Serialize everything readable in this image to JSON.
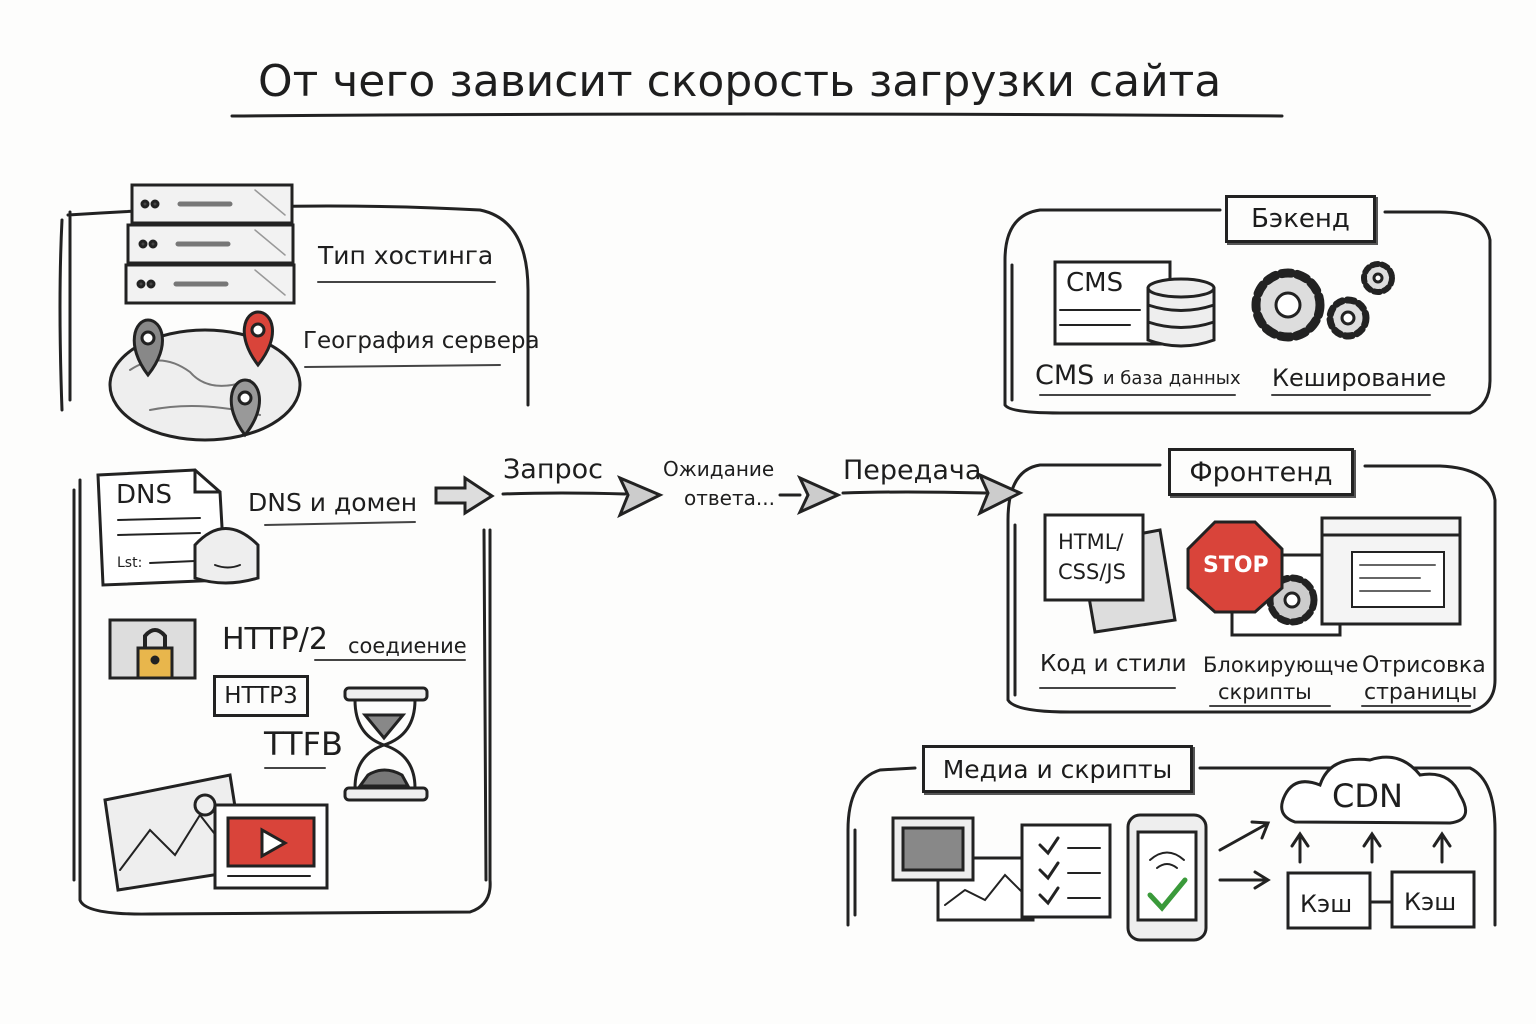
{
  "title": "От чего зависит скорость загрузки сайта",
  "left": {
    "hosting": "Тип хостинга",
    "geography": "География сервера",
    "dns_doc": "DNS",
    "dns_doc_line": "Lst:",
    "dns": "DNS и домен",
    "http2": "HTTP/2",
    "connection": "соедиение",
    "http3": "HTTP3",
    "ttfb": "TTFB"
  },
  "flow": {
    "request": "Запрос",
    "waiting_1": "Ожидание",
    "waiting_2": "ответа...",
    "transfer": "Передача"
  },
  "backend": {
    "label": "Бэкенд",
    "cms_icon": "CMS",
    "cms_a": "CMS",
    "cms_b": "и база данных",
    "caching": "Кеширование"
  },
  "frontend": {
    "label": "Фронтенд",
    "code_icon_1": "HTML/",
    "code_icon_2": "CSS/JS",
    "stop": "STOP",
    "code": "Код и стили",
    "blocking_1": "Блокирующче",
    "blocking_2": "скрипты",
    "render_1": "Отрисовка",
    "render_2": "страницы"
  },
  "media": {
    "label": "Медиа и скрипты",
    "cdn": "CDN",
    "cache_1": "Кэш",
    "cache_2": "Кэш"
  },
  "colors": {
    "ink": "#1e1e1e",
    "red": "#d9443a",
    "lock": "#e8b64c",
    "check": "#3a9a3a"
  }
}
